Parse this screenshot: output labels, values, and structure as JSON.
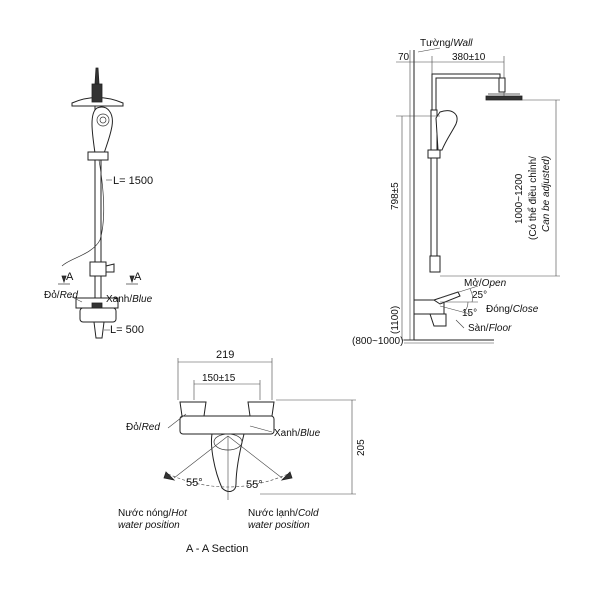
{
  "front_view": {
    "label_hose_length": "L= 1500",
    "label_section_mark_left": "A",
    "label_section_mark_right": "A",
    "label_red": "Đỏ/",
    "label_red_en": "Red",
    "label_blue": "Xanh/",
    "label_blue_en": "Blue",
    "label_pipe_length": "L= 500"
  },
  "side_view": {
    "label_wall": "Tường/",
    "label_wall_en": "Wall",
    "dim_wall_offset": "70",
    "dim_arm_length": "380±10",
    "dim_pipe_height": "798±5",
    "dim_adjust_range": "1000~1200",
    "note_adjust_vi": "(Có thể điều chỉnh/",
    "note_adjust_en": "Can be adjusted)",
    "label_open": "Mở/",
    "label_open_en": "Open",
    "angle_open": "25°",
    "label_close": "Đóng/",
    "label_close_en": "Close",
    "angle_close": "15°",
    "dim_mixer_height": "(1100)",
    "label_floor": "Sàn/",
    "label_floor_en": "Floor",
    "dim_floor_range": "(800~1000)"
  },
  "section_view": {
    "dim_total_width": "219",
    "dim_center_distance": "150±15",
    "dim_height": "205",
    "label_red": "Đỏ/",
    "label_red_en": "Red",
    "label_blue": "Xanh/",
    "label_blue_en": "Blue",
    "angle_left": "55°",
    "angle_right": "55°",
    "label_hot_vi": "Nước nóng/",
    "label_hot_en_1": "Hot",
    "label_hot_en_2": "water position",
    "label_cold_vi": "Nước lạnh/",
    "label_cold_en_1": "Cold",
    "label_cold_en_2": "water position",
    "section_title": "A - A Section"
  }
}
